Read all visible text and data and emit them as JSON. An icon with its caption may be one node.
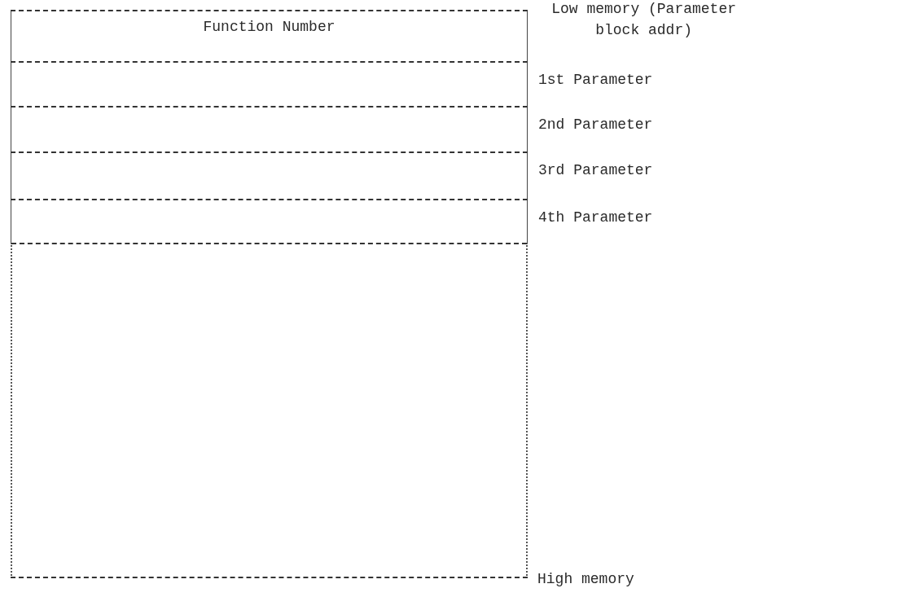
{
  "diagram": {
    "nodes": [
      {
        "text": [
          "Function Number"
        ],
        "beside": [
          "Low memory (Parameter block addr)"
        ]
      },
      {
        "text": [],
        "shape": "box",
        "beside": [
          "1st Parameter"
        ]
      },
      {
        "text": [],
        "shape": "box",
        "beside": [
          "2nd Parameter"
        ]
      },
      {
        "text": [],
        "shape": "box",
        "beside": [
          "3rd Parameter"
        ]
      },
      {
        "text": [],
        "shape": "box",
        "beside": [
          "4th Parameter"
        ]
      },
      {
        "text": [],
        "shape": "box",
        "beside": [
          "High memory"
        ]
      }
    ]
  }
}
